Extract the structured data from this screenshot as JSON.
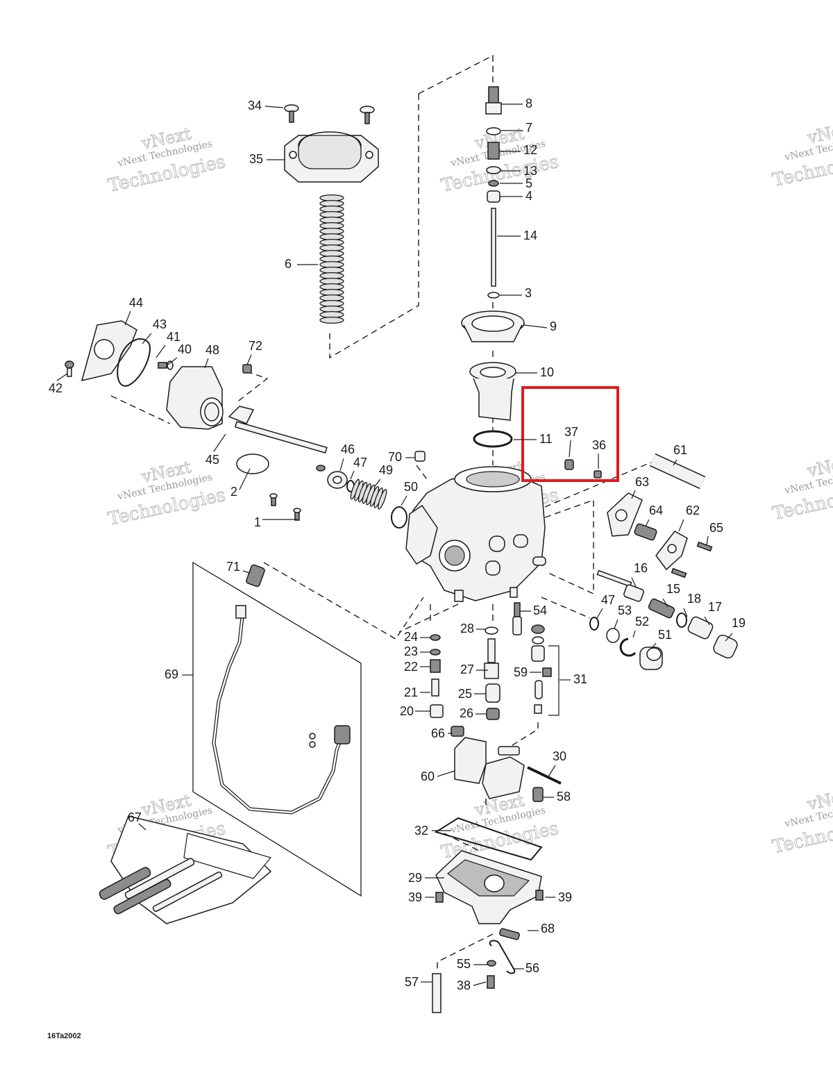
{
  "diagram": {
    "drawing_code": "16Ta2002",
    "highlight_color": "#e01b1b",
    "watermark": {
      "line1": "vNext Technologies",
      "line2": "vNext",
      "line3": "Technologies"
    },
    "callouts": [
      "1",
      "2",
      "3",
      "4",
      "5",
      "6",
      "7",
      "8",
      "9",
      "10",
      "11",
      "12",
      "13",
      "14",
      "15",
      "16",
      "17",
      "18",
      "19",
      "20",
      "21",
      "22",
      "23",
      "24",
      "25",
      "26",
      "27",
      "28",
      "29",
      "30",
      "31",
      "32",
      "34",
      "35",
      "36",
      "37",
      "38",
      "39",
      "39",
      "40",
      "41",
      "42",
      "43",
      "44",
      "45",
      "46",
      "47",
      "47",
      "48",
      "49",
      "50",
      "51",
      "52",
      "53",
      "54",
      "55",
      "56",
      "57",
      "58",
      "59",
      "60",
      "61",
      "62",
      "63",
      "64",
      "65",
      "66",
      "67",
      "68",
      "69",
      "70",
      "71",
      "72"
    ]
  }
}
